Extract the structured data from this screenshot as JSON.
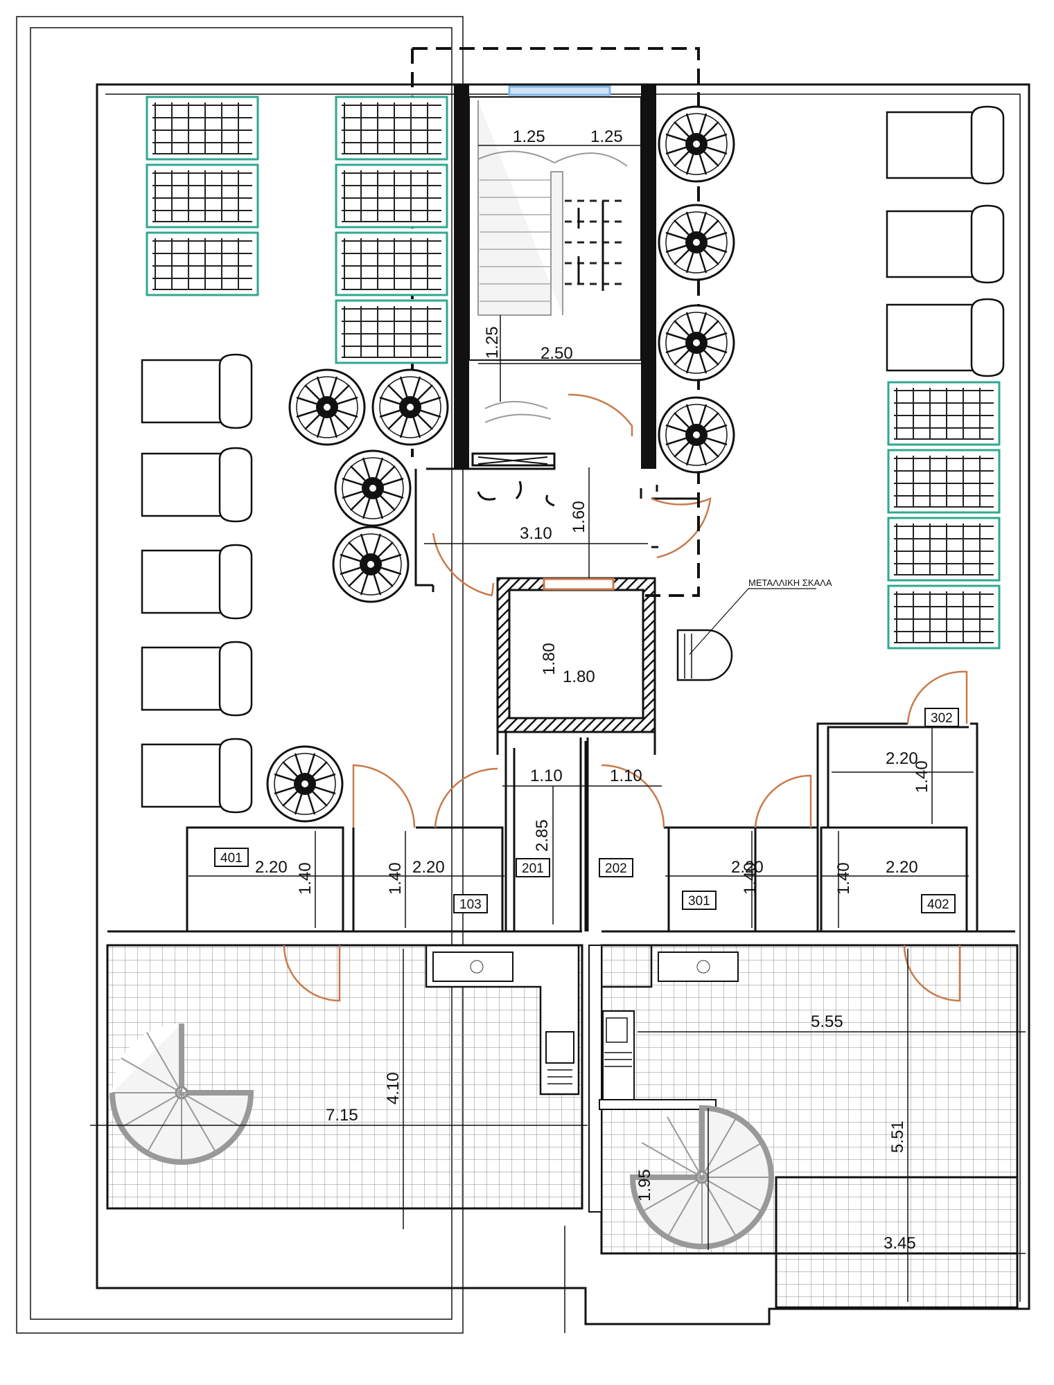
{
  "dimensions": {
    "stair_w1": "1.25",
    "stair_w2": "1.25",
    "stair_run": "1.25",
    "stair_hall_w": "2.50",
    "lobby_w": "3.10",
    "lobby_h": "1.60",
    "lift_h": "1.80",
    "lift_w": "1.80",
    "corr_w1": "1.10",
    "corr_w2": "1.10",
    "corr_len": "2.85",
    "r302_w": "2.20",
    "r302_h": "1.40",
    "r401_w": "2.20",
    "r401_h": "1.40",
    "r103_w": "2.20",
    "r103_h": "1.40",
    "r301_w": "2.20",
    "r301_h": "1.40",
    "r402_w": "2.20",
    "r402_h": "1.40",
    "terrace_left_w": "7.15",
    "terrace_left_h": "4.10",
    "terrace_right_w": "5.55",
    "terrace_right_h": "5.51",
    "terrace_ext_w": "3.45",
    "spiral_h": "1.95"
  },
  "rooms": {
    "r302": "302",
    "r401": "401",
    "r103": "103",
    "r201": "201",
    "r202": "202",
    "r301": "301",
    "r402": "402"
  },
  "notes": {
    "metal_stair": "ΜΕΤΑΛΛΙΚΗ ΣΚΑΛΑ"
  },
  "colors": {
    "solar_panel": "#2fa88f",
    "door": "#c87a4a",
    "window": "#7fb2e5"
  },
  "icons": {
    "solar_panel": "solar-panel-icon",
    "water_heater": "water-heater-icon",
    "sun_lounger": "sun-lounger-icon",
    "spiral_stair": "spiral-stair-icon",
    "sink": "sink-icon"
  }
}
